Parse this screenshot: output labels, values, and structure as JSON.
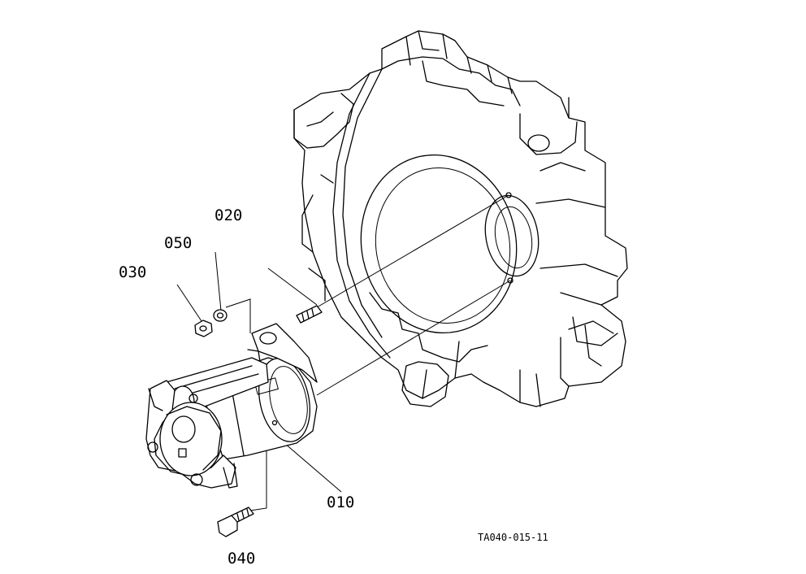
{
  "labels": {
    "p010": "010",
    "p020": "020",
    "p030": "030",
    "p040": "040",
    "p050": "050"
  },
  "reference_code": "TA040-015-11"
}
